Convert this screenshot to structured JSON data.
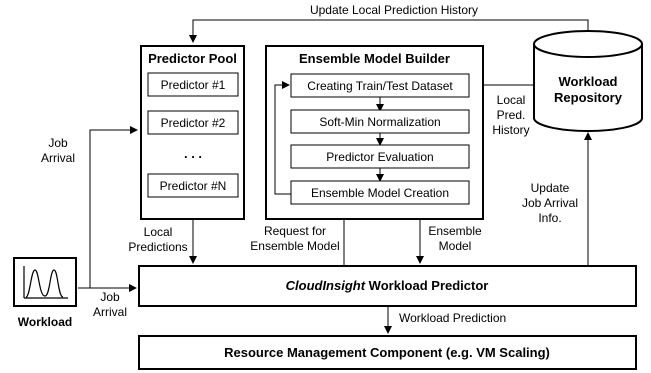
{
  "predictor_pool": {
    "title": "Predictor Pool",
    "predictors": [
      "Predictor #1",
      "Predictor #2",
      "Predictor #N"
    ],
    "ellipsis": ". . ."
  },
  "ensemble_builder": {
    "title": "Ensemble Model Builder",
    "steps": [
      "Creating Train/Test Dataset",
      "Soft-Min Normalization",
      "Predictor Evaluation",
      "Ensemble Model Creation"
    ]
  },
  "repository": {
    "line1": "Workload",
    "line2": "Repository"
  },
  "predictor_bar": {
    "brand": "CloudInsight",
    "rest": " Workload Predictor"
  },
  "resource_bar": {
    "label": "Resource Management Component (e.g. VM Scaling)"
  },
  "workload": {
    "label": "Workload"
  },
  "edge_labels": {
    "update_local_history": "Update Local Prediction History",
    "job_arrival_pool": [
      "Job",
      "Arrival"
    ],
    "job_arrival_predictor": [
      "Job",
      "Arrival"
    ],
    "local_predictions": [
      "Local",
      "Predictions"
    ],
    "request_ensemble": [
      "Request for",
      "Ensemble Model"
    ],
    "ensemble_model": [
      "Ensemble",
      "Model"
    ],
    "local_pred_history": [
      "Local",
      "Pred.",
      "History"
    ],
    "update_job_arrival": [
      "Update",
      "Job Arrival",
      "Info."
    ],
    "workload_prediction": "Workload Prediction"
  }
}
